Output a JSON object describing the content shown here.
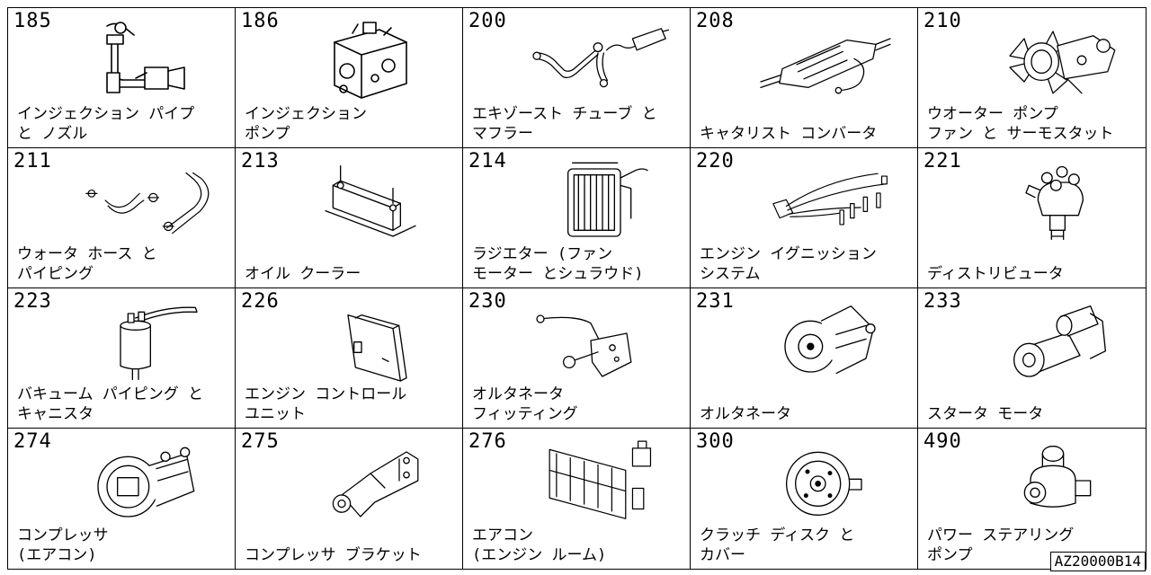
{
  "document_id": "AZ20000B14",
  "cells": [
    {
      "code": "185",
      "lines": [
        "インジェクション パイプ",
        "と ノズル"
      ],
      "icon": "injection-pipe-nozzle-icon"
    },
    {
      "code": "186",
      "lines": [
        "インジェクション",
        "ポンプ"
      ],
      "icon": "injection-pump-icon"
    },
    {
      "code": "200",
      "lines": [
        "エキゾースト チューブ と",
        "マフラー"
      ],
      "icon": "exhaust-muffler-icon"
    },
    {
      "code": "208",
      "lines": [
        "",
        "キャタリスト コンバータ"
      ],
      "icon": "catalytic-converter-icon"
    },
    {
      "code": "210",
      "lines": [
        "ウオーター ポンプ",
        "ファン と サーモスタット"
      ],
      "icon": "water-pump-fan-icon"
    },
    {
      "code": "211",
      "lines": [
        "ウォータ ホース と",
        "パイピング"
      ],
      "icon": "water-hose-icon"
    },
    {
      "code": "213",
      "lines": [
        "",
        "オイル クーラー"
      ],
      "icon": "oil-cooler-icon"
    },
    {
      "code": "214",
      "lines": [
        "ラジエター (ファン",
        "モーター とシュラウド)"
      ],
      "icon": "radiator-icon"
    },
    {
      "code": "220",
      "lines": [
        "エンジン イグニッション",
        "システム"
      ],
      "icon": "ignition-cables-icon"
    },
    {
      "code": "221",
      "lines": [
        "",
        "ディストリビュータ"
      ],
      "icon": "distributor-icon"
    },
    {
      "code": "223",
      "lines": [
        "バキューム パイピング と",
        "キャニスタ"
      ],
      "icon": "canister-icon"
    },
    {
      "code": "226",
      "lines": [
        "エンジン コントロール",
        "ユニット"
      ],
      "icon": "control-unit-icon"
    },
    {
      "code": "230",
      "lines": [
        "オルタネータ",
        "フィッティング"
      ],
      "icon": "alternator-bracket-icon"
    },
    {
      "code": "231",
      "lines": [
        "",
        "オルタネータ"
      ],
      "icon": "alternator-icon"
    },
    {
      "code": "233",
      "lines": [
        "",
        "スタータ モータ"
      ],
      "icon": "starter-motor-icon"
    },
    {
      "code": "274",
      "lines": [
        "コンプレッサ",
        "(エアコン)"
      ],
      "icon": "ac-compressor-icon"
    },
    {
      "code": "275",
      "lines": [
        "",
        "コンプレッサ ブラケット"
      ],
      "icon": "compressor-bracket-icon"
    },
    {
      "code": "276",
      "lines": [
        "エアコン",
        "(エンジン ルーム)"
      ],
      "icon": "ac-condenser-icon"
    },
    {
      "code": "300",
      "lines": [
        "クラッチ ディスク と",
        "カバー"
      ],
      "icon": "clutch-disc-icon"
    },
    {
      "code": "490",
      "lines": [
        "パワー ステアリング",
        "ポンプ"
      ],
      "icon": "power-steering-pump-icon"
    }
  ]
}
